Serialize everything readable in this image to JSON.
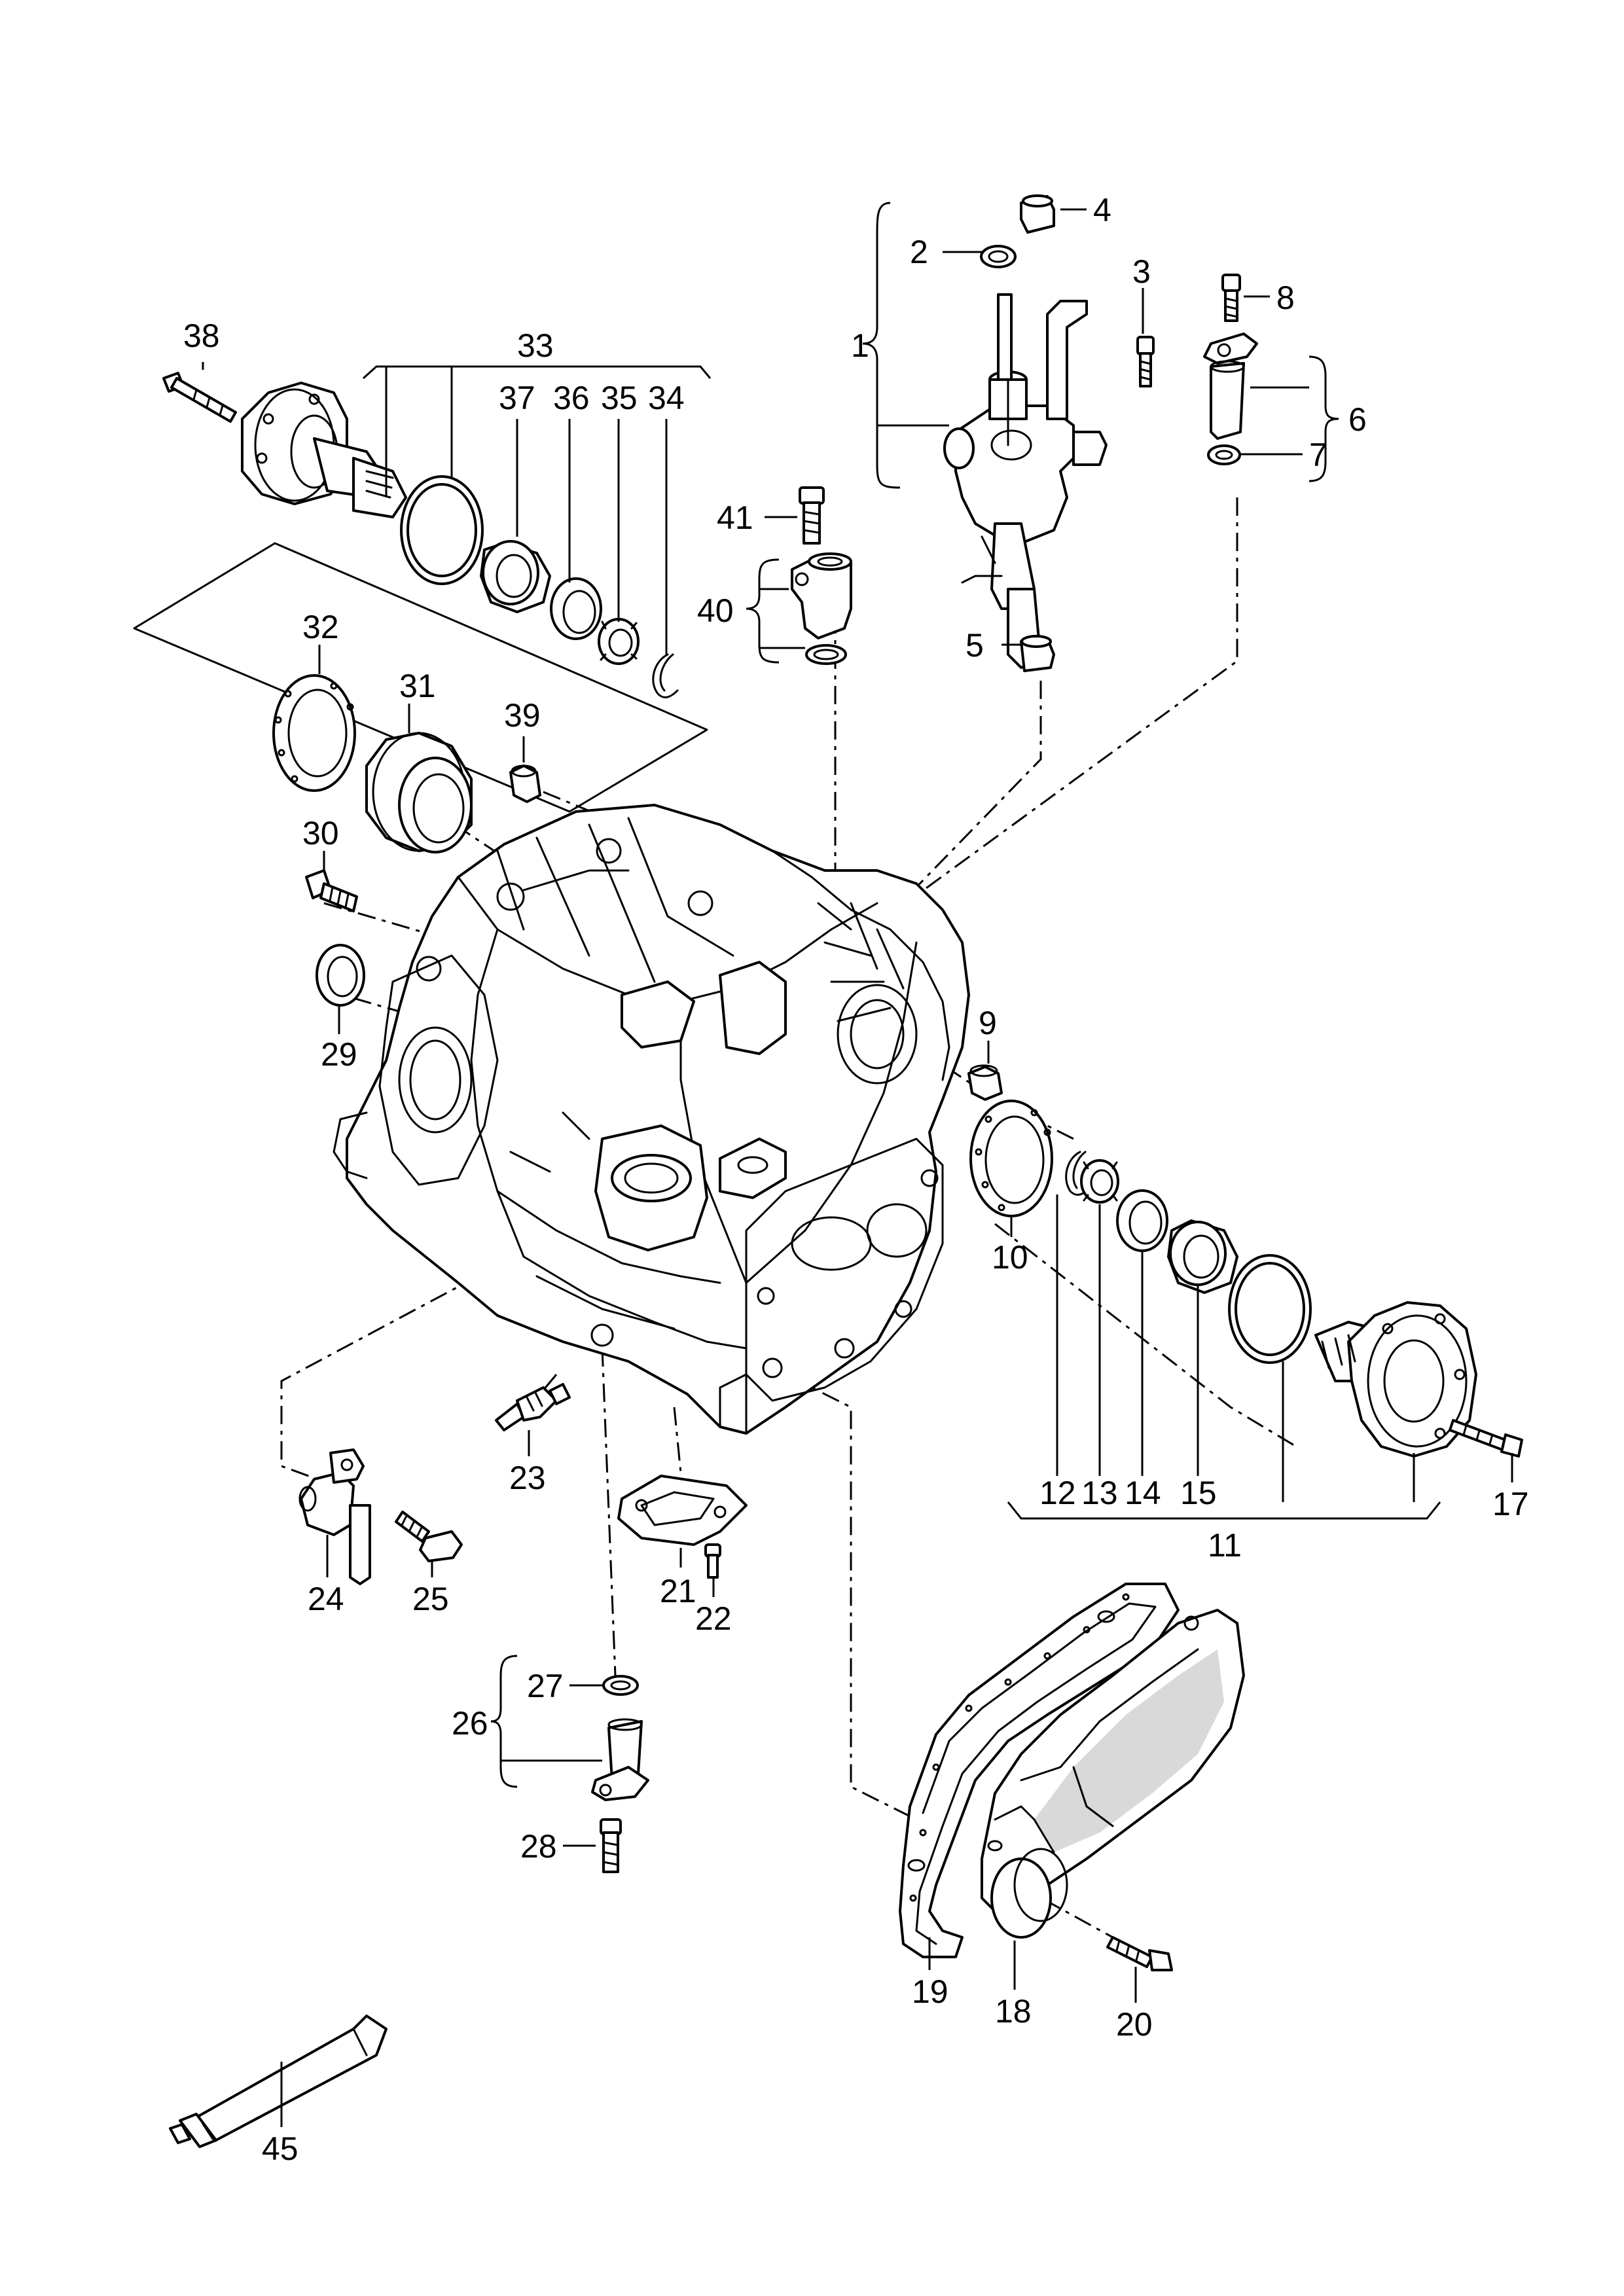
{
  "labels": {
    "p1": "1",
    "p2": "2",
    "p3": "3",
    "p4": "4",
    "p5": "5",
    "p6": "6",
    "p7": "7",
    "p8": "8",
    "p9": "9",
    "p10": "10",
    "p11": "11",
    "p12": "12",
    "p13": "13",
    "p14": "14",
    "p15": "15",
    "p17": "17",
    "p18": "18",
    "p19": "19",
    "p20": "20",
    "p21": "21",
    "p22": "22",
    "p23": "23",
    "p24": "24",
    "p25": "25",
    "p26": "26",
    "p27": "27",
    "p28": "28",
    "p29": "29",
    "p30": "30",
    "p31": "31",
    "p32": "32",
    "p33": "33",
    "p34": "34",
    "p35": "35",
    "p36": "36",
    "p37": "37",
    "p38": "38",
    "p39": "39",
    "p40": "40",
    "p41": "41",
    "p45": "45"
  }
}
